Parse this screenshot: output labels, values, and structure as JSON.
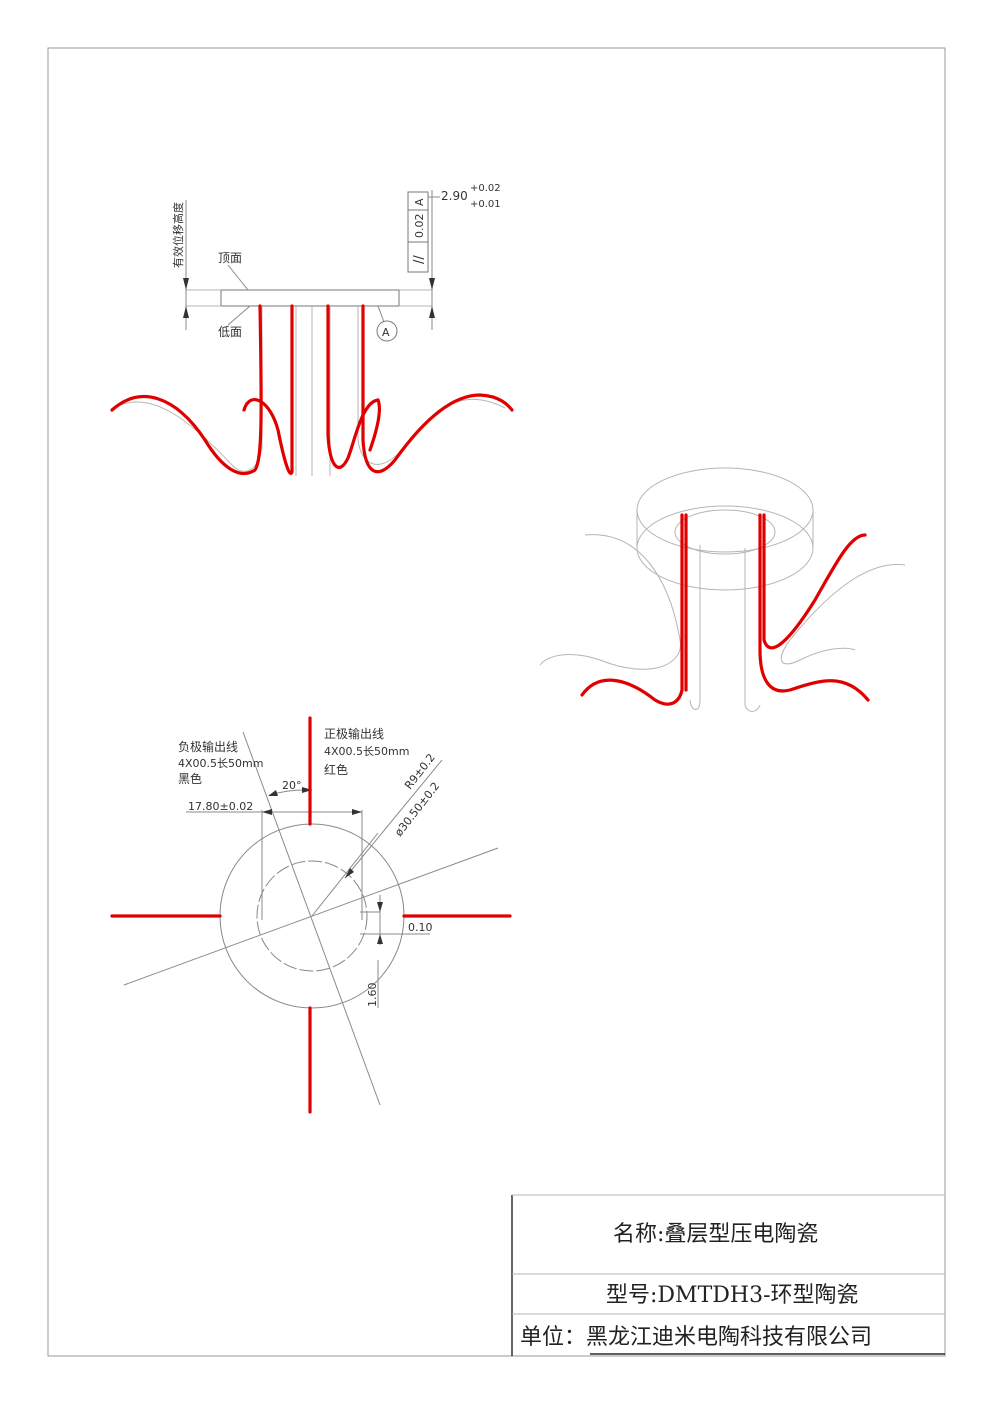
{
  "side_view": {
    "height_label": "有效位移高度",
    "top_face": "顶面",
    "bottom_face": "低面",
    "thickness": "2.90",
    "tol_upper": "+0.02",
    "tol_lower": "+0.01",
    "parallelism_value": "0.02",
    "datum": "A",
    "datum_marker": "A"
  },
  "top_view": {
    "negative_lead_title": "负极输出线",
    "negative_lead_spec": "4X00.5长50mm",
    "negative_lead_color": "黑色",
    "positive_lead_title": "正极输出线",
    "positive_lead_spec": "4X00.5长50mm",
    "positive_lead_color": "红色",
    "angle": "20°",
    "inner_dim": "17.80±0.02",
    "radius_dim": "R9±0.2",
    "outer_dia_dim": "ø30.50±0.2",
    "gap_dim": "0.10",
    "height_dim": "1.60"
  },
  "title_block": {
    "name": "名称:叠层型压电陶瓷",
    "model": "型号:DMTDH3-环型陶瓷",
    "unit": "单位：黑龙江迪米电陶科技有限公司"
  }
}
